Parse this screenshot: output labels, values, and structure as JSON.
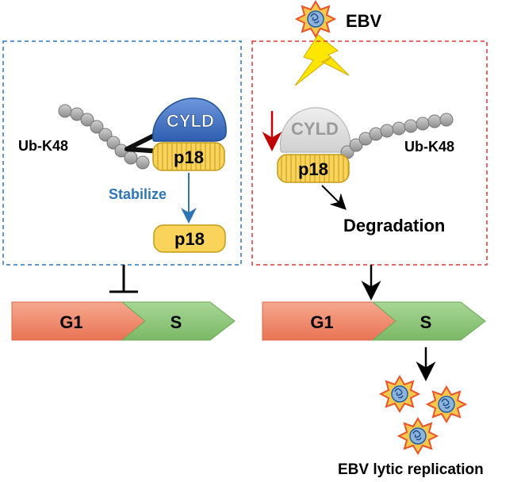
{
  "virus_label": "EBV",
  "left_panel": {
    "enzyme_label": "CYLD",
    "ub_chain_label": "Ub-K48",
    "substrate_label": "p18",
    "action_label": "Stabilize",
    "product_label": "p18"
  },
  "right_panel": {
    "enzyme_label": "CYLD",
    "ub_chain_label": "Ub-K48",
    "substrate_label": "p18",
    "fate_label": "Degradation"
  },
  "left_cycle": {
    "phase1": "G1",
    "phase2": "S"
  },
  "right_cycle": {
    "phase1": "G1",
    "phase2": "S"
  },
  "outcome_label": "EBV lytic replication",
  "colors": {
    "left_box_border": "#2E75B6",
    "right_box_border": "#E0353B",
    "cyld_active": "#3F72C9",
    "cyld_inactive": "#DCDCDC",
    "p18_fill": "#FAD35B",
    "ubiquitin": "#A6A6A6",
    "g1_fill": "#F08C6E",
    "s_fill": "#8DC77A",
    "stabilize_text": "#2E75B6",
    "decrease_arrow": "#C00000",
    "lightning": "#FFE600",
    "virus_star": "#E9542A",
    "virus_core": "#8FB4D9"
  },
  "icons": [
    "virus-icon",
    "lightning-icon",
    "ubiquitin-bead-icon"
  ]
}
